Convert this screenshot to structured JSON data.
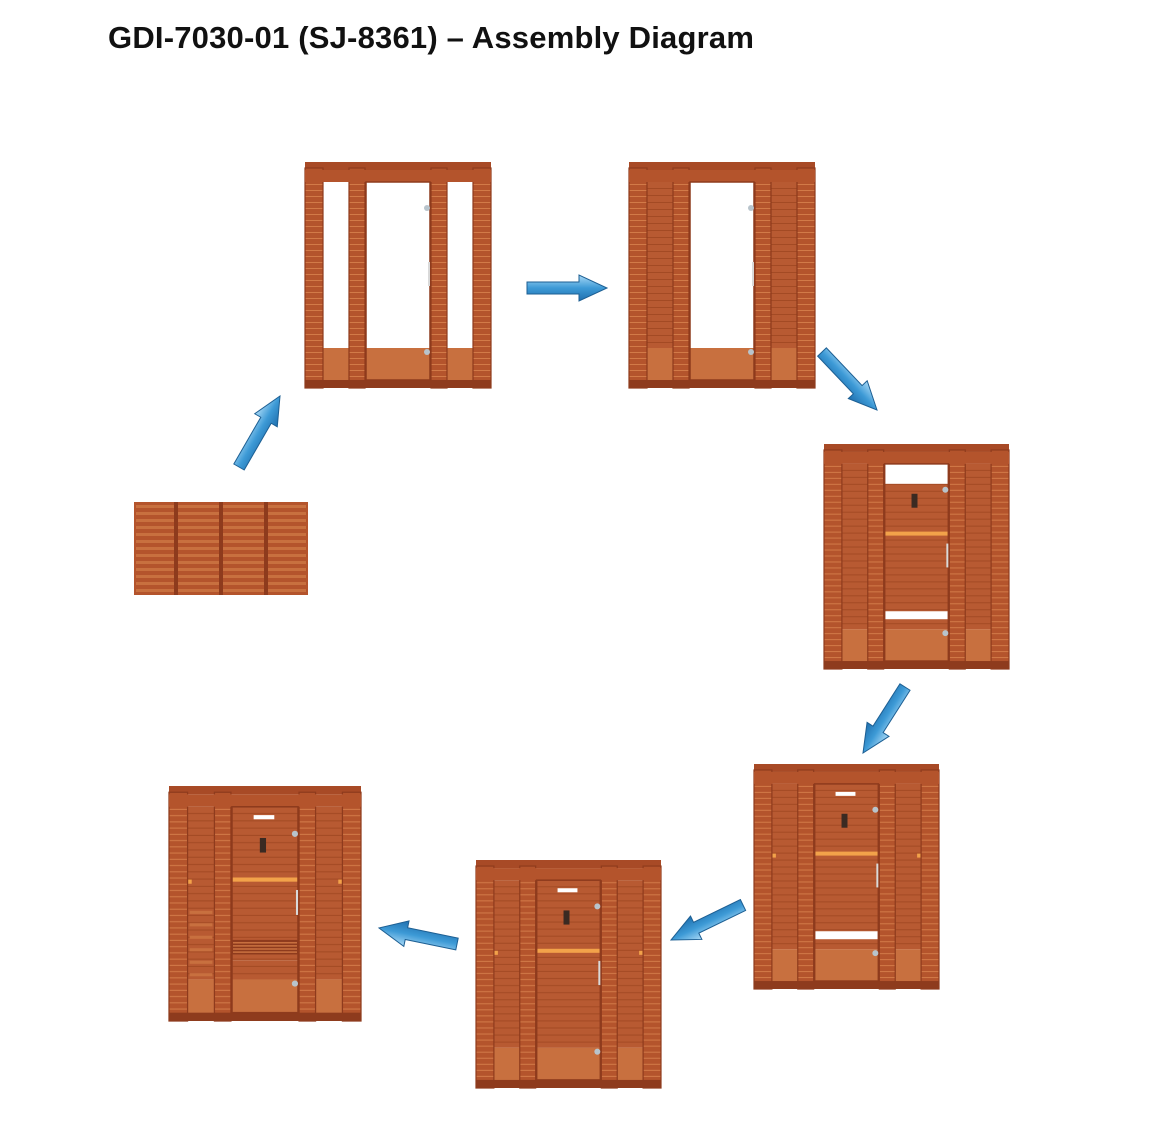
{
  "document": {
    "title": "GDI-7030-01 (SJ-8361) – Assembly Diagram"
  },
  "diagram": {
    "type": "assembly-sequence",
    "steps": [
      {
        "id": "floor",
        "stage": 0
      },
      {
        "id": "frame-with-door",
        "stage": 1
      },
      {
        "id": "side-walls",
        "stage": 2
      },
      {
        "id": "back-wall",
        "stage": 3
      },
      {
        "id": "roof-and-lights",
        "stage": 4
      },
      {
        "id": "ceiling-panels",
        "stage": 5
      },
      {
        "id": "bench-complete",
        "stage": 6
      }
    ],
    "colors": {
      "wood": "#b4542c",
      "wood_dark": "#8e3b1d",
      "wood_light": "#c8703f",
      "glow": "#f2a24a",
      "arrow": "#3d9ad6"
    },
    "arrow_icon": "blue-arrow"
  }
}
